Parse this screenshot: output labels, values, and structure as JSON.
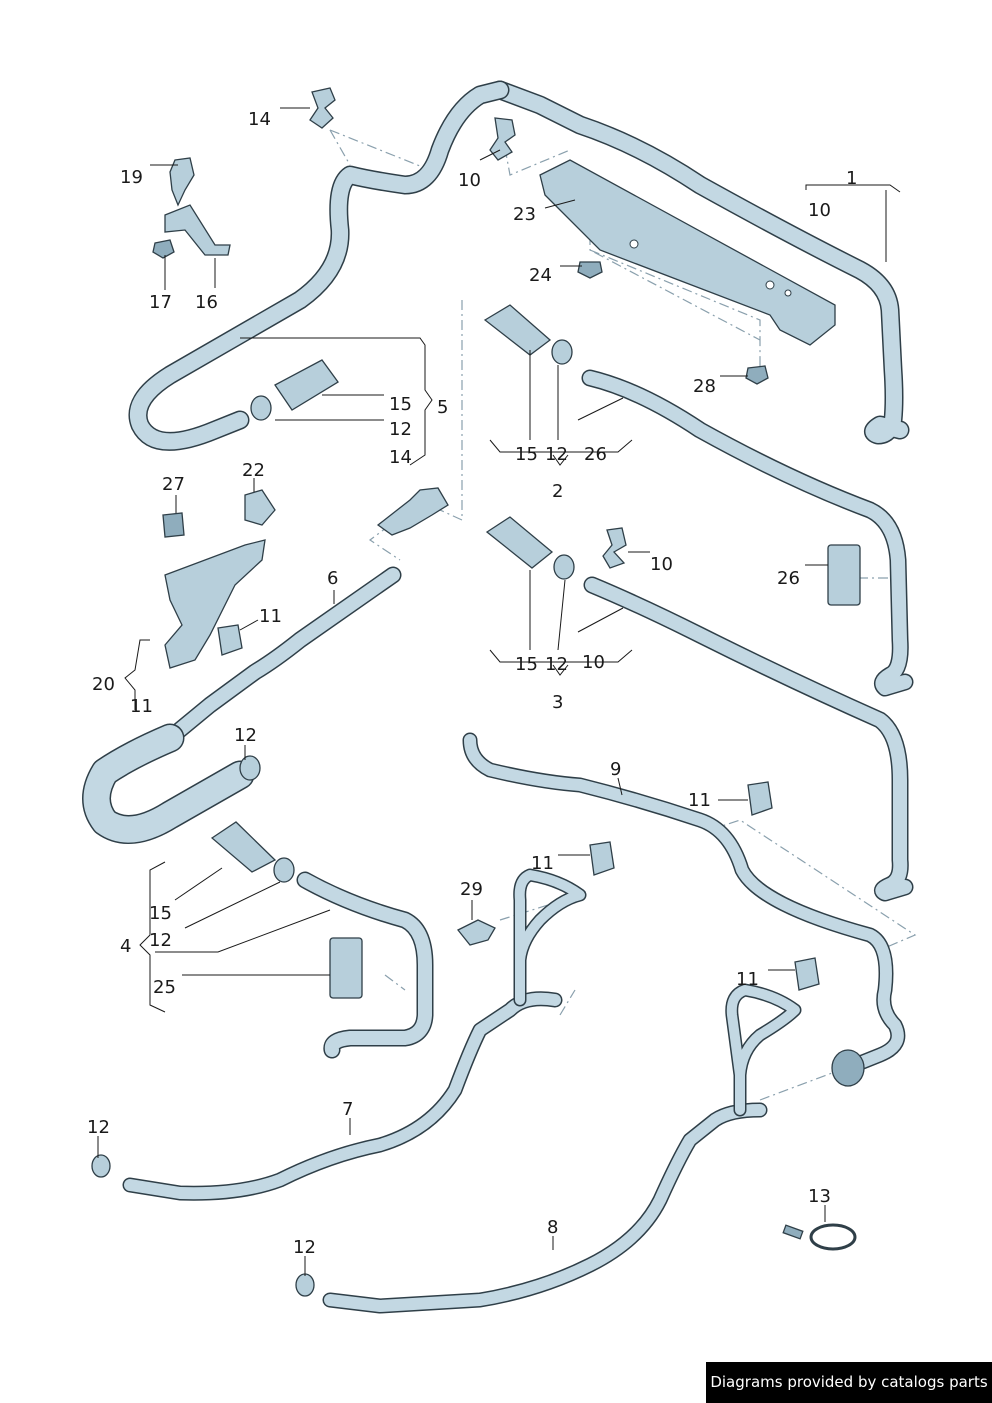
{
  "colors": {
    "hose_fill": "#c3d8e3",
    "hose_outline": "#2f3f48",
    "leader": "#1a1a1a",
    "dash": "#8aa0ad",
    "footer_bg": "#000000"
  },
  "callouts": [
    {
      "id": "c1",
      "text": "1"
    },
    {
      "id": "c10a",
      "text": "10"
    },
    {
      "id": "c14a",
      "text": "14"
    },
    {
      "id": "c10b",
      "text": "10"
    },
    {
      "id": "c19",
      "text": "19"
    },
    {
      "id": "c23",
      "text": "23"
    },
    {
      "id": "c24",
      "text": "24"
    },
    {
      "id": "c17",
      "text": "17"
    },
    {
      "id": "c16",
      "text": "16"
    },
    {
      "id": "c28",
      "text": "28"
    },
    {
      "id": "c15a",
      "text": "15"
    },
    {
      "id": "c5",
      "text": "5"
    },
    {
      "id": "c12a",
      "text": "12"
    },
    {
      "id": "c14b",
      "text": "14"
    },
    {
      "id": "c15b",
      "text": "15"
    },
    {
      "id": "c12b",
      "text": "12"
    },
    {
      "id": "c26a",
      "text": "26"
    },
    {
      "id": "c2",
      "text": "2"
    },
    {
      "id": "c27",
      "text": "27"
    },
    {
      "id": "c22",
      "text": "22"
    },
    {
      "id": "c10c",
      "text": "10"
    },
    {
      "id": "c6",
      "text": "6"
    },
    {
      "id": "c26b",
      "text": "26"
    },
    {
      "id": "c11a",
      "text": "11"
    },
    {
      "id": "c20",
      "text": "20"
    },
    {
      "id": "c11b",
      "text": "11"
    },
    {
      "id": "c15c",
      "text": "15"
    },
    {
      "id": "c12c",
      "text": "12"
    },
    {
      "id": "c10d",
      "text": "10"
    },
    {
      "id": "c3",
      "text": "3"
    },
    {
      "id": "c12d",
      "text": "12"
    },
    {
      "id": "c9",
      "text": "9"
    },
    {
      "id": "c11c",
      "text": "11"
    },
    {
      "id": "c11d",
      "text": "11"
    },
    {
      "id": "c29",
      "text": "29"
    },
    {
      "id": "c15d",
      "text": "15"
    },
    {
      "id": "c4",
      "text": "4"
    },
    {
      "id": "c12e",
      "text": "12"
    },
    {
      "id": "c25",
      "text": "25"
    },
    {
      "id": "c11e",
      "text": "11"
    },
    {
      "id": "c7",
      "text": "7"
    },
    {
      "id": "c12f",
      "text": "12"
    },
    {
      "id": "c13",
      "text": "13"
    },
    {
      "id": "c8",
      "text": "8"
    },
    {
      "id": "c12g",
      "text": "12"
    }
  ],
  "footer": {
    "text": "Diagrams provided by catalogs parts"
  }
}
